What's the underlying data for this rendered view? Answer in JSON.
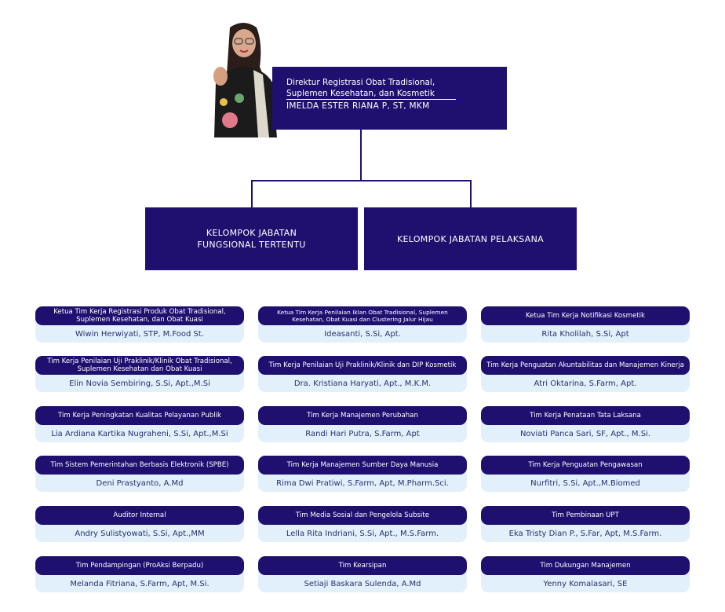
{
  "director": {
    "title": "Direktur Registrasi Obat Tradisional, Suplemen Kesehatan, dan Kosmetik",
    "name": "IMELDA ESTER RIANA P, ST, MKM"
  },
  "groups": [
    {
      "label": "KELOMPOK JABATAN\nFUNGSIONAL TERTENTU"
    },
    {
      "label": "KELOMPOK JABATAN PELAKSANA"
    }
  ],
  "colors": {
    "navy": "#1f0f6f",
    "card": "#e1f0fb"
  },
  "teams": [
    [
      {
        "title": "Ketua Tim Kerja Registrasi Produk Obat Tradisional, Suplemen Kesehatan, dan Obat Kuasi",
        "person": "Wiwin Herwiyati, STP, M.Food St."
      },
      {
        "title": "Tim Kerja Penilaian Uji Praklinik/Klinik Obat Tradisional, Suplemen Kesehatan dan Obat Kuasi",
        "person": "Elin Novia Sembiring, S.Si, Apt.,M.Si"
      },
      {
        "title": "Tim Kerja Peningkatan Kualitas Pelayanan Publik",
        "person": "Lia Ardiana Kartika Nugraheni, S.Si, Apt.,M.Si"
      },
      {
        "title": "Tim Sistem Pemerintahan Berbasis Elektronik (SPBE)",
        "person": "Deni Prastyanto, A.Md"
      },
      {
        "title": "Auditor Internal",
        "person": "Andry Sulistyowati, S.Si, Apt.,MM"
      },
      {
        "title": "Tim Pendampingan (ProAksi Berpadu)",
        "person": "Melanda Fitriana, S.Farm, Apt, M.Si."
      }
    ],
    [
      {
        "title": "Ketua Tim Kerja Penilaian Iklan Obat Tradisional, Suplemen Kesehatan, Obat Kuasi dan Clustering Jalur Hijau",
        "person": "Ideasanti, S.Si, Apt."
      },
      {
        "title": "Tim Kerja Penilaian Uji Praklinik/Klinik dan DIP Kosmetik",
        "person": "Dra. Kristiana Haryati, Apt., M.K.M."
      },
      {
        "title": "Tim Kerja Manajemen Perubahan",
        "person": "Randi Hari Putra, S.Farm, Apt"
      },
      {
        "title": "Tim Kerja Manajemen Sumber Daya Manusia",
        "person": "Rima Dwi Pratiwi, S.Farm, Apt, M.Pharm.Sci."
      },
      {
        "title": "Tim Media Sosial dan Pengelola Subsite",
        "person": "Lella Rita Indriani, S.Si, Apt., M.S.Farm."
      },
      {
        "title": "Tim Kearsipan",
        "person": "Setiaji Baskara Sulenda, A.Md"
      }
    ],
    [
      {
        "title": "Ketua Tim Kerja Notifikasi Kosmetik",
        "person": "Rita Kholilah, S.Si, Apt"
      },
      {
        "title": "Tim Kerja Penguatan Akuntabilitas dan Manajemen Kinerja",
        "person": "Atri Oktarina, S.Farm, Apt."
      },
      {
        "title": "Tim Kerja Penataan Tata Laksana",
        "person": "Noviati Panca Sari, SF, Apt., M.Si."
      },
      {
        "title": "Tim Kerja Penguatan Pengawasan",
        "person": "Nurfitri, S.Si, Apt.,M.Biomed"
      },
      {
        "title": "Tim Pembinaan UPT",
        "person": "Eka Tristy Dian P., S.Far, Apt, M.S.Farm."
      },
      {
        "title": "Tim Dukungan Manajemen",
        "person": "Yenny Komalasari, SE"
      }
    ]
  ]
}
